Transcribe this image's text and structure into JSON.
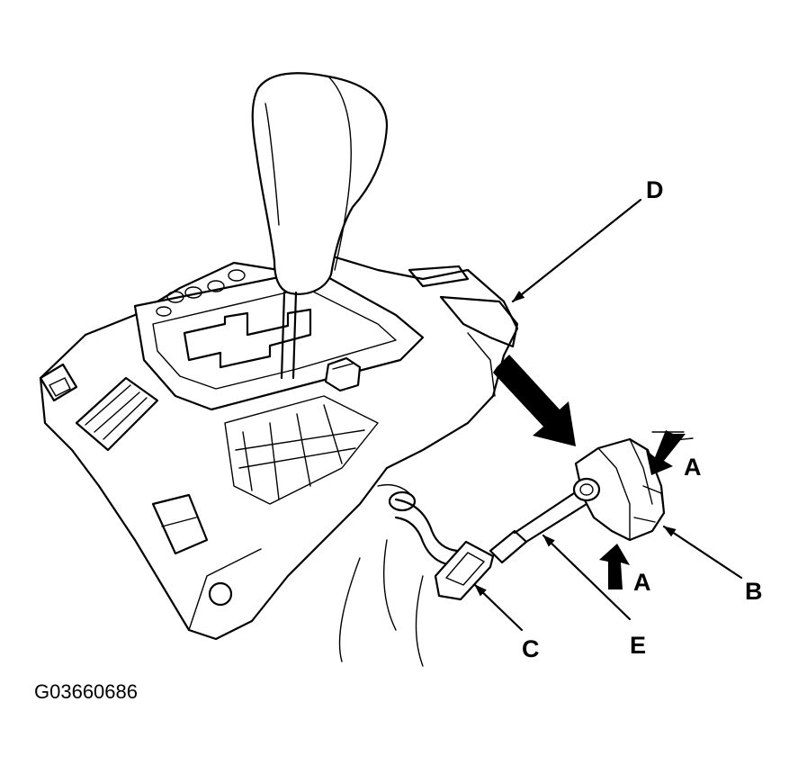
{
  "figure": {
    "id_code": "G03660686",
    "labels": {
      "a_upper": "A",
      "a_lower": "A",
      "b": "B",
      "c": "C",
      "d": "D",
      "e": "E"
    }
  }
}
